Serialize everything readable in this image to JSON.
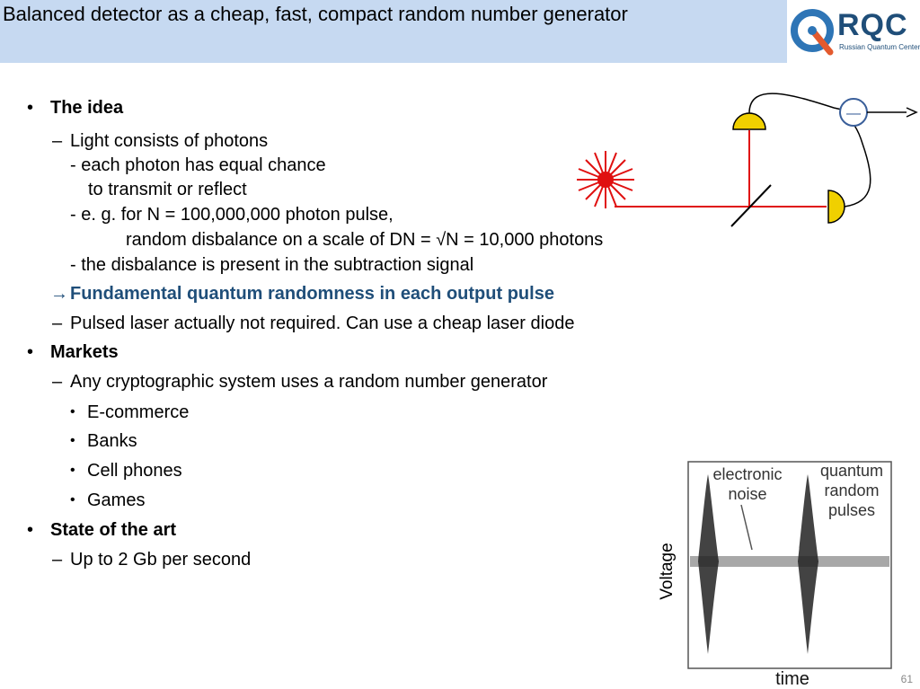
{
  "title": "Balanced detector as a cheap, fast, compact random number generator",
  "logo": {
    "word": "RQC",
    "subtitle": "Russian Quantum Center"
  },
  "body": {
    "idea_heading": "The idea",
    "light_line": "Light consists of photons",
    "chance_line1": "- each photon has equal chance",
    "chance_line2": "to transmit or reflect",
    "eg_line": "- e. g. for N = 100,000,000 photon pulse,",
    "disbalance_line": "random disbalance on a scale of DN = √N = 10,000 photons",
    "present_line": "- the disbalance is present in the subtraction signal",
    "fundamental_arrow": "→",
    "fundamental_line": "Fundamental quantum randomness in each output pulse",
    "pulsed_line": "Pulsed laser actually not required. Can use a cheap laser diode",
    "markets_heading": "Markets",
    "crypto_line": "Any cryptographic system uses a random number generator",
    "market_items": [
      "E-commerce",
      "Banks",
      "Cell phones",
      "Games"
    ],
    "state_heading": "State of the art",
    "state_line": "Up to 2 Gb per second",
    "bullet_char": "•",
    "dash_char": "–"
  },
  "diagram": {
    "minus_symbol": "—"
  },
  "scope": {
    "noise_label_1": "electronic",
    "noise_label_2": "noise",
    "pulse_label_1": "quantum",
    "pulse_label_2": "random",
    "pulse_label_3": "pulses",
    "y_label": "Voltage",
    "x_label": "time"
  },
  "page_number": "61"
}
